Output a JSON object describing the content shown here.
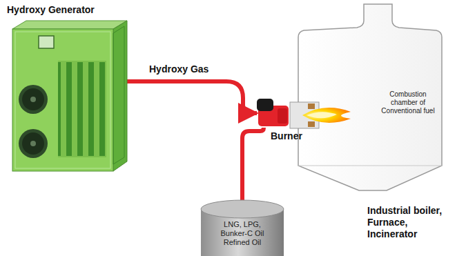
{
  "diagram": {
    "nodes": [
      {
        "text": [
          "Hydroxy Generator"
        ]
      },
      {
        "text": [
          "Burner"
        ]
      },
      {
        "text": [
          "LNG, LPG, Bunker-C Oil Refined Oil"
        ]
      },
      {
        "text": [
          "Combustion chamber of Conventional fuel",
          "Industrial boiler, Furnace, Incinerator"
        ]
      }
    ],
    "edges": [
      {
        "from": 0,
        "to": 1,
        "label": "Hydroxy Gas",
        "arrow": "to"
      },
      {
        "from": 2,
        "to": 1,
        "arrow": "none"
      }
    ]
  }
}
